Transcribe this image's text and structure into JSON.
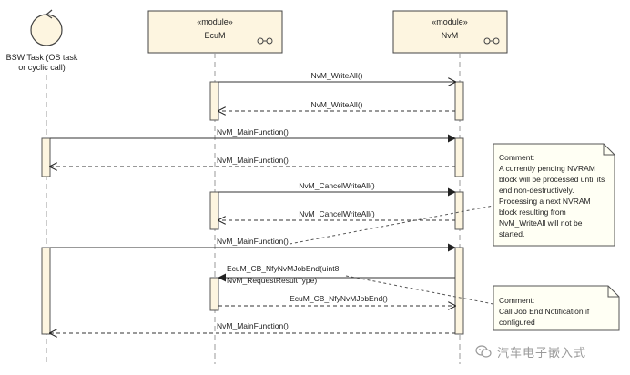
{
  "participants": {
    "bsw": {
      "label_line1": "BSW Task (OS task",
      "label_line2": "or cyclic call)"
    },
    "ecum": {
      "stereotype": "«module»",
      "name": "EcuM"
    },
    "nvm": {
      "stereotype": "«module»",
      "name": "NvM"
    }
  },
  "messages": {
    "m1": "NvM_WriteAll()",
    "m2": "NvM_WriteAll()",
    "m3": "NvM_MainFunction()",
    "m4": "NvM_MainFunction()",
    "m5": "NvM_CancelWriteAll()",
    "m6": "NvM_CancelWriteAll()",
    "m7": "NvM_MainFunction()",
    "m8_line1": "EcuM_CB_NfyNvMJobEnd(uint8,",
    "m8_line2": "NvM_RequestResultType)",
    "m9": "EcuM_CB_NfyNvMJobEnd()",
    "m10": "NvM_MainFunction()"
  },
  "notes": {
    "note1": {
      "lines": [
        "Comment:",
        "A currently pending NVRAM",
        "block will be processed until its",
        "end non-destructively.",
        "Processing a next NVRAM",
        "block resulting from",
        "NvM_WriteAll will not be",
        "started."
      ]
    },
    "note2": {
      "lines": [
        "Comment:",
        "Call Job End Notification if",
        "configured"
      ]
    }
  },
  "watermark": {
    "text": "汽车电子嵌入式"
  },
  "colors": {
    "module_fill": "#fdf5e0",
    "note_fill": "#fffff4",
    "line": "#444444",
    "lifeline": "#9a9a9a"
  }
}
